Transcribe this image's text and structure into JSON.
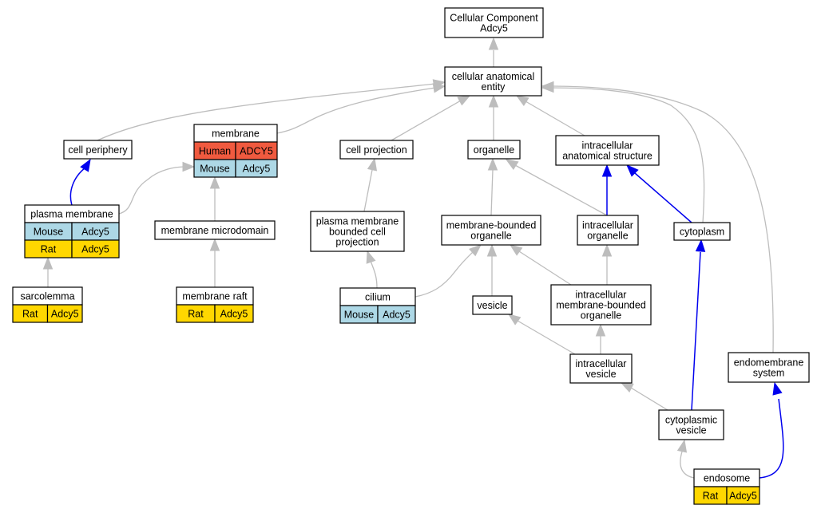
{
  "colors": {
    "Human": "#f05a3f",
    "Mouse": "#add8e6",
    "Rat": "#ffd700",
    "is_a_edge": "#bdbdbd",
    "part_of_edge": "#0000ee"
  },
  "nodes": [
    {
      "id": "root",
      "lines": [
        "Cellular Component",
        "Adcy5"
      ],
      "annotations": []
    },
    {
      "id": "cae",
      "lines": [
        "cellular anatomical",
        "entity"
      ],
      "annotations": []
    },
    {
      "id": "cellper",
      "lines": [
        "cell periphery"
      ],
      "annotations": []
    },
    {
      "id": "membrane",
      "lines": [
        "membrane"
      ],
      "annotations": [
        {
          "species": "Human",
          "gene": "ADCY5"
        },
        {
          "species": "Mouse",
          "gene": "Adcy5"
        }
      ]
    },
    {
      "id": "cellproj",
      "lines": [
        "cell projection"
      ],
      "annotations": []
    },
    {
      "id": "organelle",
      "lines": [
        "organelle"
      ],
      "annotations": []
    },
    {
      "id": "ias",
      "lines": [
        "intracellular",
        "anatomical structure"
      ],
      "annotations": []
    },
    {
      "id": "pm",
      "lines": [
        "plasma membrane"
      ],
      "annotations": [
        {
          "species": "Mouse",
          "gene": "Adcy5"
        },
        {
          "species": "Rat",
          "gene": "Adcy5"
        }
      ]
    },
    {
      "id": "mmd",
      "lines": [
        "membrane microdomain"
      ],
      "annotations": []
    },
    {
      "id": "pmbcp",
      "lines": [
        "plasma membrane",
        "bounded cell",
        "projection"
      ],
      "annotations": []
    },
    {
      "id": "mbo",
      "lines": [
        "membrane-bounded",
        "organelle"
      ],
      "annotations": []
    },
    {
      "id": "io",
      "lines": [
        "intracellular",
        "organelle"
      ],
      "annotations": []
    },
    {
      "id": "cytoplasm",
      "lines": [
        "cytoplasm"
      ],
      "annotations": []
    },
    {
      "id": "sarco",
      "lines": [
        "sarcolemma"
      ],
      "annotations": [
        {
          "species": "Rat",
          "gene": "Adcy5"
        }
      ]
    },
    {
      "id": "raft",
      "lines": [
        "membrane raft"
      ],
      "annotations": [
        {
          "species": "Rat",
          "gene": "Adcy5"
        }
      ]
    },
    {
      "id": "cilium",
      "lines": [
        "cilium"
      ],
      "annotations": [
        {
          "species": "Mouse",
          "gene": "Adcy5"
        }
      ]
    },
    {
      "id": "vesicle",
      "lines": [
        "vesicle"
      ],
      "annotations": []
    },
    {
      "id": "imbo",
      "lines": [
        "intracellular",
        "membrane-bounded",
        "organelle"
      ],
      "annotations": []
    },
    {
      "id": "iv",
      "lines": [
        "intracellular",
        "vesicle"
      ],
      "annotations": []
    },
    {
      "id": "endosys",
      "lines": [
        "endomembrane",
        "system"
      ],
      "annotations": []
    },
    {
      "id": "cv",
      "lines": [
        "cytoplasmic",
        "vesicle"
      ],
      "annotations": []
    },
    {
      "id": "endosome",
      "lines": [
        "endosome"
      ],
      "annotations": [
        {
          "species": "Rat",
          "gene": "Adcy5"
        }
      ]
    }
  ],
  "edges": [
    {
      "from": "cae",
      "to": "root",
      "type": "is_a"
    },
    {
      "from": "cellper",
      "to": "cae",
      "type": "is_a"
    },
    {
      "from": "membrane",
      "to": "cae",
      "type": "is_a"
    },
    {
      "from": "cellproj",
      "to": "cae",
      "type": "is_a"
    },
    {
      "from": "organelle",
      "to": "cae",
      "type": "is_a"
    },
    {
      "from": "ias",
      "to": "cae",
      "type": "is_a"
    },
    {
      "from": "cytoplasm",
      "to": "cae",
      "type": "is_a"
    },
    {
      "from": "endosys",
      "to": "cae",
      "type": "is_a"
    },
    {
      "from": "pm",
      "to": "cellper",
      "type": "part_of"
    },
    {
      "from": "pm",
      "to": "membrane",
      "type": "is_a"
    },
    {
      "from": "mmd",
      "to": "membrane",
      "type": "is_a"
    },
    {
      "from": "pmbcp",
      "to": "cellproj",
      "type": "is_a"
    },
    {
      "from": "mbo",
      "to": "organelle",
      "type": "is_a"
    },
    {
      "from": "io",
      "to": "organelle",
      "type": "is_a"
    },
    {
      "from": "io",
      "to": "ias",
      "type": "part_of"
    },
    {
      "from": "cytoplasm",
      "to": "ias",
      "type": "part_of"
    },
    {
      "from": "sarco",
      "to": "pm",
      "type": "is_a"
    },
    {
      "from": "raft",
      "to": "mmd",
      "type": "is_a"
    },
    {
      "from": "cilium",
      "to": "pmbcp",
      "type": "is_a"
    },
    {
      "from": "cilium",
      "to": "mbo",
      "type": "is_a"
    },
    {
      "from": "vesicle",
      "to": "mbo",
      "type": "is_a"
    },
    {
      "from": "imbo",
      "to": "mbo",
      "type": "is_a"
    },
    {
      "from": "imbo",
      "to": "io",
      "type": "is_a"
    },
    {
      "from": "iv",
      "to": "vesicle",
      "type": "is_a"
    },
    {
      "from": "iv",
      "to": "imbo",
      "type": "is_a"
    },
    {
      "from": "cv",
      "to": "iv",
      "type": "is_a"
    },
    {
      "from": "cv",
      "to": "cytoplasm",
      "type": "part_of"
    },
    {
      "from": "endosome",
      "to": "cv",
      "type": "is_a"
    },
    {
      "from": "endosome",
      "to": "endosys",
      "type": "part_of"
    }
  ]
}
